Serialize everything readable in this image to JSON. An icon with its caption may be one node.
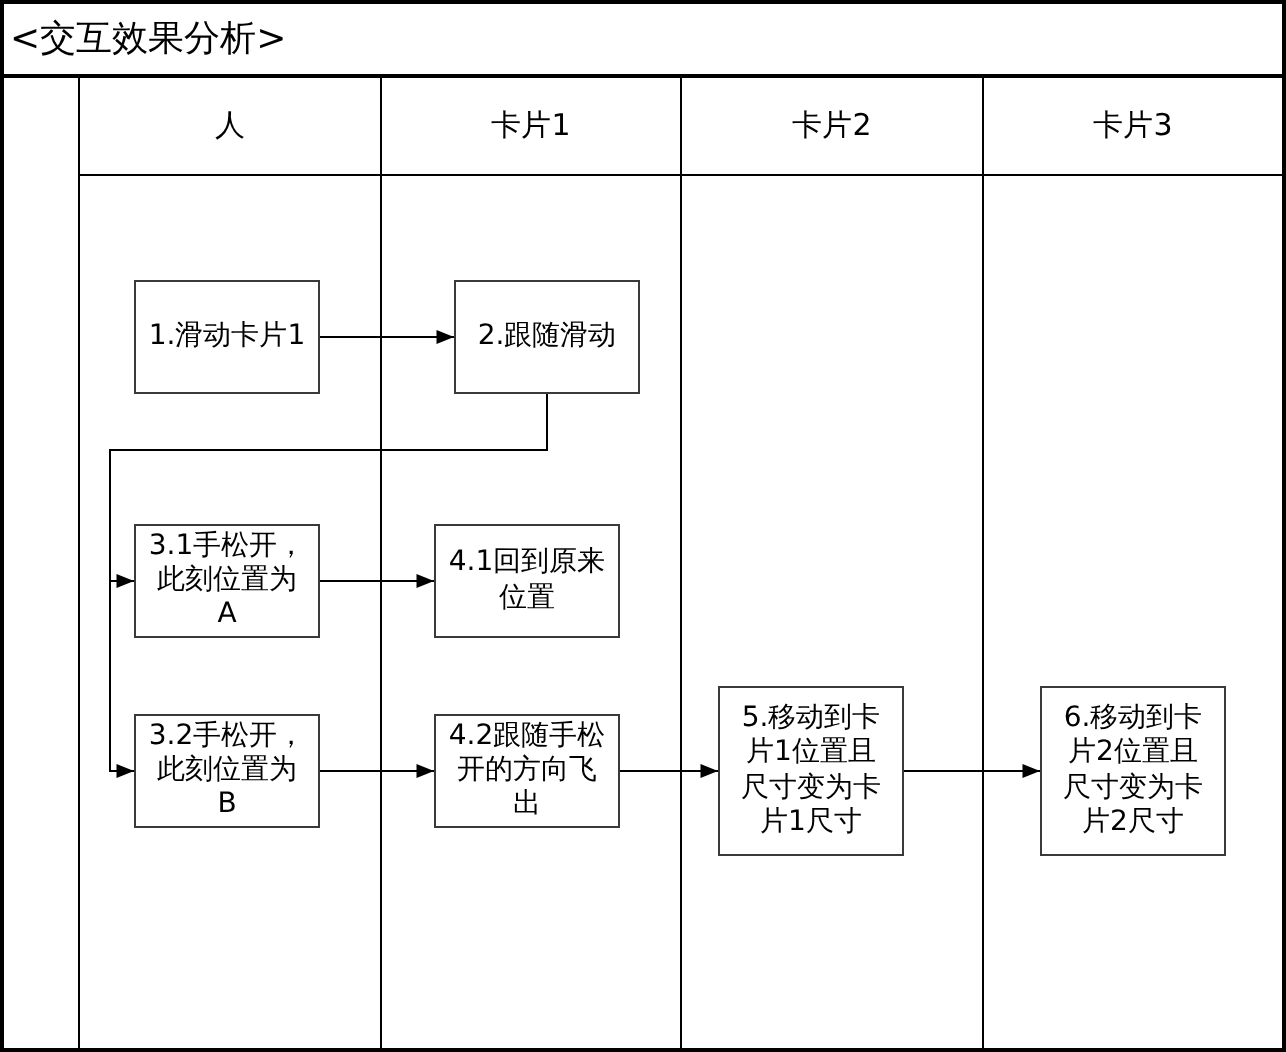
{
  "diagram": {
    "nodes": [
      {
        "text": [
          "<交互效果分析>"
        ]
      },
      {
        "text": [
          "人"
        ],
        "in": 0
      },
      {
        "text": [
          "卡片1"
        ],
        "in": 0
      },
      {
        "text": [
          "卡片2"
        ],
        "in": 0
      },
      {
        "text": [
          "卡片3"
        ],
        "in": 0
      },
      {
        "text": [
          "1.滑动卡片1"
        ],
        "in": 1
      },
      {
        "text": [
          "2.跟随滑动"
        ],
        "in": 2
      },
      {
        "text": [
          "3.1手松开，此刻位置为A"
        ],
        "in": 1
      },
      {
        "text": [
          "4.1回到原来位置"
        ],
        "in": 2
      },
      {
        "text": [
          "3.2手松开，此刻位置为B"
        ],
        "in": 1
      },
      {
        "text": [
          "4.2跟随手松开的方向飞出"
        ],
        "in": 2
      },
      {
        "text": [
          "5.移动到卡片1位置且尺寸变为卡片1尺寸"
        ],
        "in": 3
      },
      {
        "text": [
          "6.移动到卡片2位置且尺寸变为卡片2尺寸"
        ],
        "in": 4
      }
    ],
    "edges": [
      {
        "from": 5,
        "to": 6,
        "arrow": "to"
      },
      {
        "from": 6,
        "to": 7,
        "arrow": "to"
      },
      {
        "from": 6,
        "to": 9,
        "arrow": "to"
      },
      {
        "from": 7,
        "to": 8,
        "arrow": "to"
      },
      {
        "from": 9,
        "to": 10,
        "arrow": "to"
      },
      {
        "from": 10,
        "to": 11,
        "arrow": "to"
      },
      {
        "from": 11,
        "to": 12,
        "arrow": "to"
      }
    ]
  }
}
